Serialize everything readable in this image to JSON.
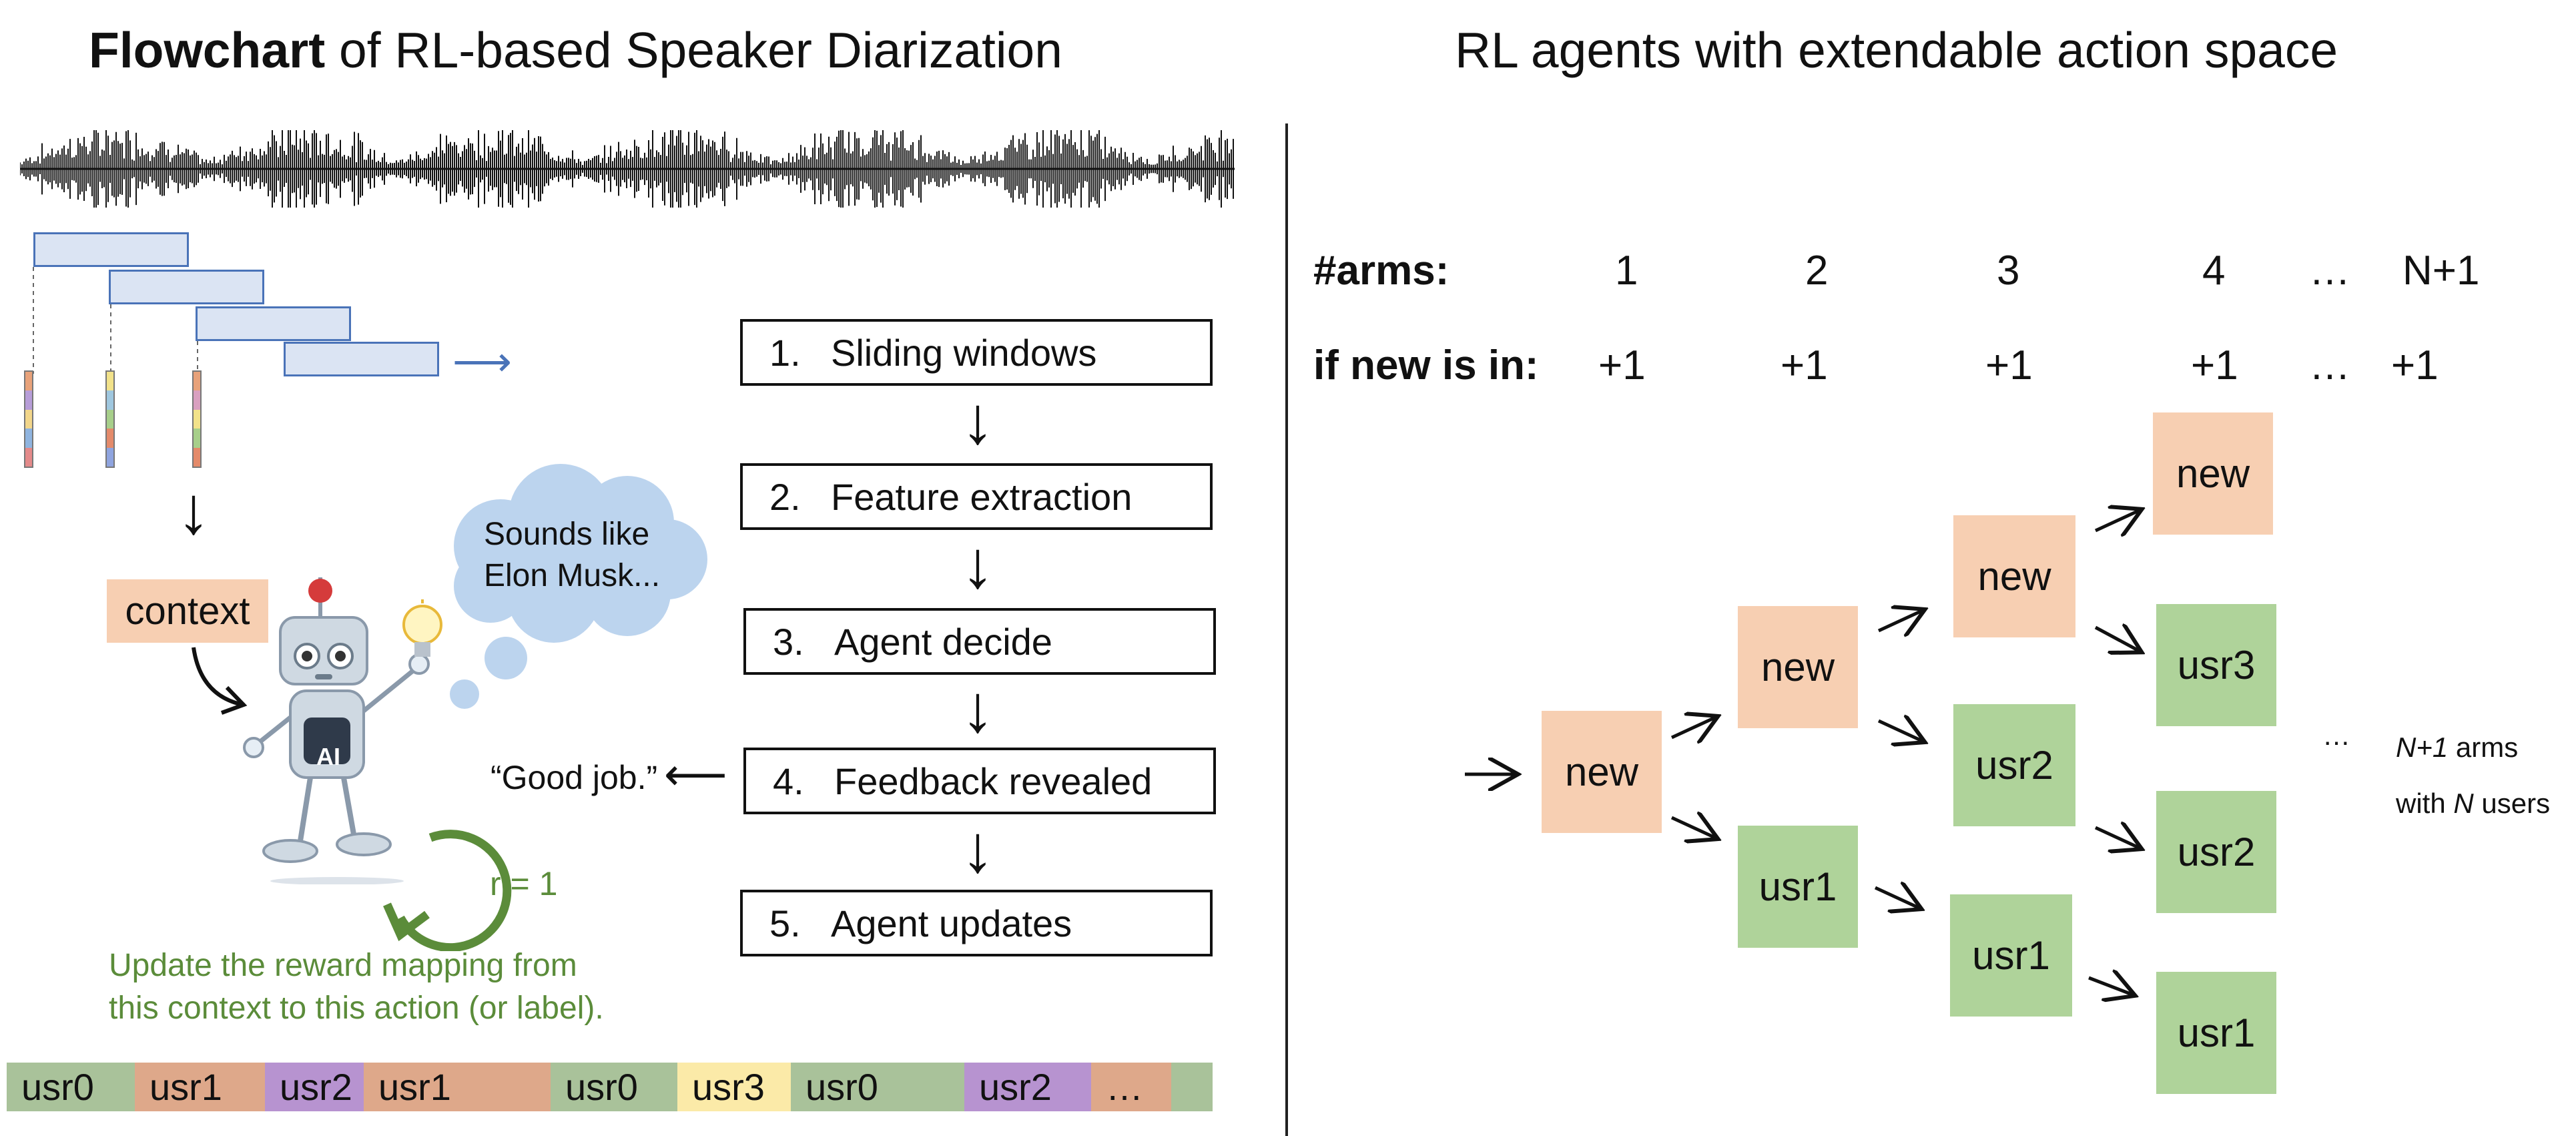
{
  "left": {
    "title_bold": "Flowchart",
    "title_rest": " of RL-based Speaker Diarization",
    "context_label": "context",
    "thought": [
      "Sounds like",
      "Elon Musk..."
    ],
    "robot_chip": "AI",
    "feedback_quote": "“Good job.”",
    "reward": "r = 1",
    "update_note": [
      "Update the reward mapping from",
      "this context to this action (or label)."
    ],
    "steps": [
      {
        "num": "1.",
        "label": "Sliding windows"
      },
      {
        "num": "2.",
        "label": "Feature extraction"
      },
      {
        "num": "3.",
        "label": "Agent decide"
      },
      {
        "num": "4.",
        "label": "Feedback revealed"
      },
      {
        "num": "5.",
        "label": "Agent updates"
      }
    ],
    "timeline": [
      "usr0",
      "usr1",
      "usr2",
      "usr1",
      "usr0",
      "usr3",
      "usr0",
      "usr2",
      "…",
      ""
    ]
  },
  "right": {
    "title": "RL agents with extendable action space",
    "arms_label": "#arms:",
    "arms_values": [
      "1",
      "2",
      "3",
      "4",
      "…",
      "N+1"
    ],
    "new_label": "if new is in:",
    "new_values": [
      "+1",
      "+1",
      "+1",
      "+1",
      "…",
      "+1"
    ],
    "tree": {
      "level1": [
        "new"
      ],
      "level2": [
        "new",
        "usr1"
      ],
      "level3": [
        "new",
        "usr2",
        "usr1"
      ],
      "level4": [
        "new",
        "usr3",
        "usr2",
        "usr1"
      ]
    },
    "ellipsis": "…",
    "note_line1_italic": "N+1",
    "note_line1_rest": " arms",
    "note_line2_pre": "with ",
    "note_line2_italic": "N",
    "note_line2_rest": " users"
  },
  "colors": {
    "new_box": "#f7cfb2",
    "user_box": "#afd39a",
    "window_fill": "#dbe4f3",
    "window_border": "#4a73b8",
    "reward_green": "#5b8c3a",
    "thought_bubble": "#bcd4ee",
    "timeline_green": "#a9c29a",
    "timeline_salmon": "#dea88a",
    "timeline_purple": "#b793d0",
    "timeline_yellow": "#fbeaa8"
  }
}
